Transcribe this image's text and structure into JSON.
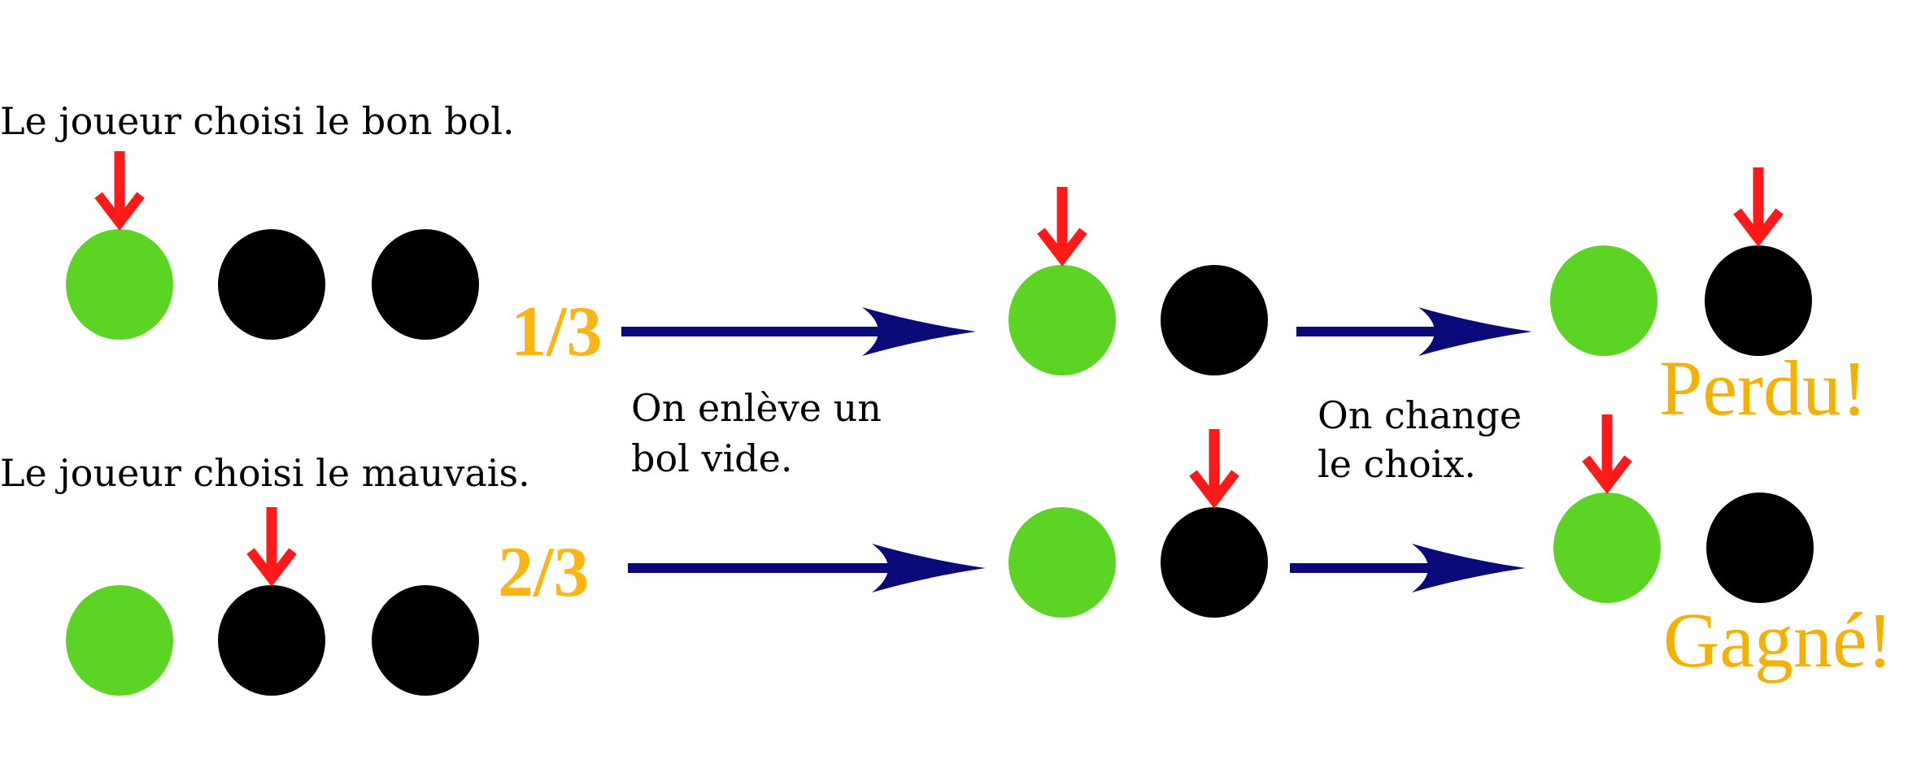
{
  "colors": {
    "green": "#5BD424",
    "black": "#000000",
    "pointer": "#FF1A1A",
    "arrow": "#0A0A7A",
    "accent": "#FBB116"
  },
  "rows": [
    {
      "caption": "Le joueur choisi le bon bol.",
      "probability": "1/3",
      "result": "Perdu!",
      "initial_pick": 0,
      "after_removal_pick": 0,
      "final_pick": 1
    },
    {
      "caption": "Le joueur choisi le mauvais.",
      "probability": "2/3",
      "result": "Gagné!",
      "initial_pick": 1,
      "after_removal_pick": 1,
      "final_pick": 0
    }
  ],
  "steps": {
    "remove": [
      "On enlève un",
      "bol vide."
    ],
    "switch": [
      "On change",
      "le choix."
    ]
  }
}
